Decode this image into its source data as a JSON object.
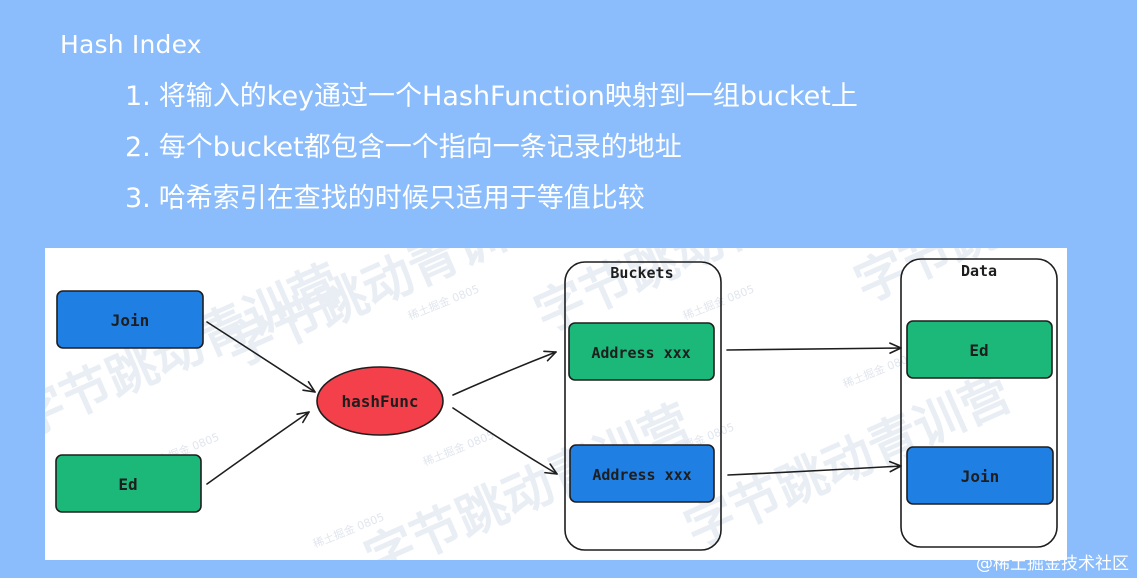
{
  "slide": {
    "title": "Hash Index",
    "bullets": [
      {
        "num": "1.",
        "text": "将输入的key通过一个HashFunction映射到一组bucket上"
      },
      {
        "num": "2.",
        "text": "每个bucket都包含一个指向一条记录的地址"
      },
      {
        "num": "3.",
        "text": "哈希索引在查找的时候只适用于等值比较"
      }
    ]
  },
  "diagram": {
    "inputs": [
      "Join",
      "Ed"
    ],
    "hash_function": "hashFunc",
    "buckets": {
      "label": "Buckets",
      "entries": [
        "Address xxx",
        "Address xxx"
      ]
    },
    "data": {
      "label": "Data",
      "entries": [
        "Ed",
        "Join"
      ]
    },
    "colors": {
      "blue": "#1f7fe3",
      "green": "#1cb879",
      "red": "#f4404a",
      "stroke": "#1e1e1e"
    }
  },
  "watermark": {
    "big_text": "字节跳动青训营",
    "small_text": "稀土掘金 0805"
  },
  "footer": {
    "credit": "@稀土掘金技术社区"
  }
}
